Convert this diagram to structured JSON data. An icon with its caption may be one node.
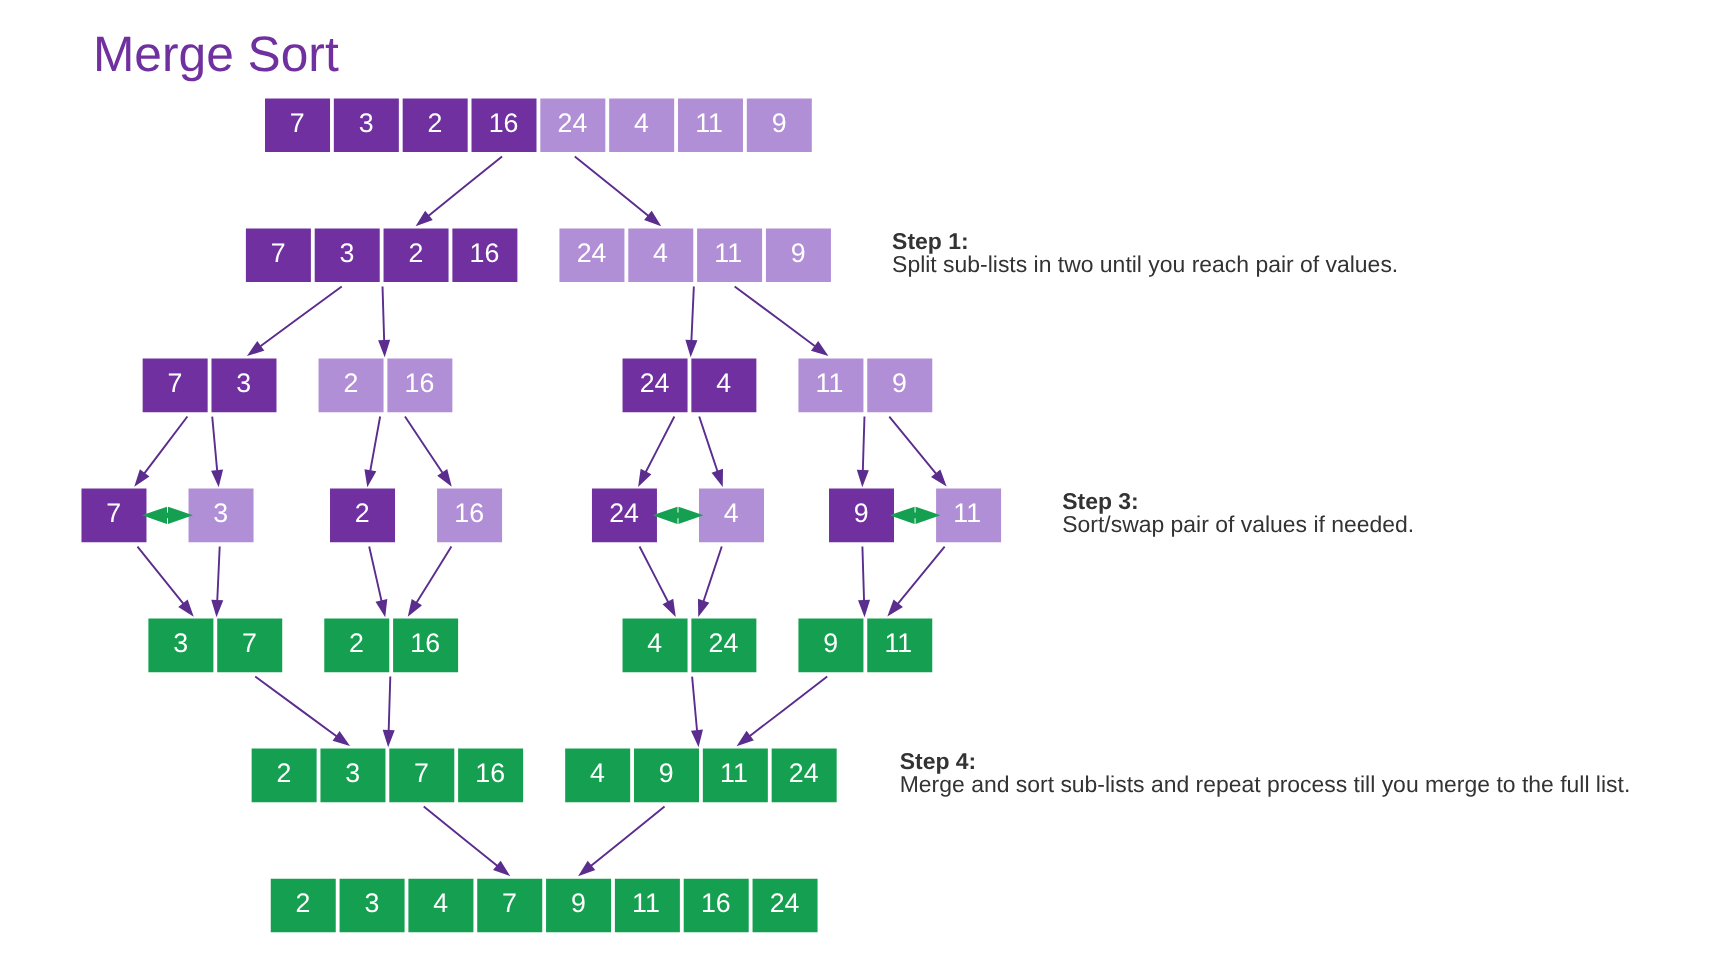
{
  "diagram": {
    "title": "Merge Sort",
    "nodes": [
      {
        "text": [
          "7",
          "3",
          "2",
          "16",
          "24",
          "4",
          "11",
          "9"
        ]
      },
      {
        "text": [
          "7",
          "3",
          "2",
          "16"
        ]
      },
      {
        "text": [
          "24",
          "4",
          "11",
          "9"
        ]
      },
      {
        "text": [
          "7",
          "3"
        ]
      },
      {
        "text": [
          "2",
          "16"
        ]
      },
      {
        "text": [
          "24",
          "4"
        ]
      },
      {
        "text": [
          "11",
          "9"
        ]
      },
      {
        "text": [
          "7"
        ]
      },
      {
        "text": [
          "3"
        ]
      },
      {
        "text": [
          "2"
        ]
      },
      {
        "text": [
          "16"
        ]
      },
      {
        "text": [
          "24"
        ]
      },
      {
        "text": [
          "4"
        ]
      },
      {
        "text": [
          "9"
        ]
      },
      {
        "text": [
          "11"
        ]
      },
      {
        "text": [
          "3",
          "7"
        ]
      },
      {
        "text": [
          "2",
          "16"
        ]
      },
      {
        "text": [
          "4",
          "24"
        ]
      },
      {
        "text": [
          "9",
          "11"
        ]
      },
      {
        "text": [
          "2",
          "3",
          "7",
          "16"
        ]
      },
      {
        "text": [
          "4",
          "9",
          "11",
          "24"
        ]
      },
      {
        "text": [
          "2",
          "3",
          "4",
          "7",
          "9",
          "11",
          "16",
          "24"
        ]
      }
    ],
    "edges": [
      {
        "from": 0,
        "to": 1,
        "arrow": "to"
      },
      {
        "from": 0,
        "to": 2,
        "arrow": "to"
      },
      {
        "from": 1,
        "to": 3,
        "arrow": "to"
      },
      {
        "from": 1,
        "to": 4,
        "arrow": "to"
      },
      {
        "from": 2,
        "to": 5,
        "arrow": "to"
      },
      {
        "from": 2,
        "to": 6,
        "arrow": "to"
      },
      {
        "from": 3,
        "to": 7,
        "arrow": "to"
      },
      {
        "from": 3,
        "to": 8,
        "arrow": "to"
      },
      {
        "from": 4,
        "to": 9,
        "arrow": "to"
      },
      {
        "from": 4,
        "to": 10,
        "arrow": "to"
      },
      {
        "from": 5,
        "to": 11,
        "arrow": "to"
      },
      {
        "from": 5,
        "to": 12,
        "arrow": "to"
      },
      {
        "from": 6,
        "to": 13,
        "arrow": "to"
      },
      {
        "from": 6,
        "to": 14,
        "arrow": "to"
      },
      {
        "from": 7,
        "to": 8,
        "arrow": "both",
        "color": "#14a050",
        "style": "thick"
      },
      {
        "from": 11,
        "to": 12,
        "arrow": "both",
        "color": "#14a050",
        "style": "thick"
      },
      {
        "from": 13,
        "to": 14,
        "arrow": "both",
        "color": "#14a050",
        "style": "thick"
      },
      {
        "from": 7,
        "to": 15,
        "arrow": "to"
      },
      {
        "from": 8,
        "to": 15,
        "arrow": "to"
      },
      {
        "from": 9,
        "to": 16,
        "arrow": "to"
      },
      {
        "from": 10,
        "to": 16,
        "arrow": "to"
      },
      {
        "from": 11,
        "to": 17,
        "arrow": "to"
      },
      {
        "from": 12,
        "to": 17,
        "arrow": "to"
      },
      {
        "from": 13,
        "to": 18,
        "arrow": "to"
      },
      {
        "from": 14,
        "to": 18,
        "arrow": "to"
      },
      {
        "from": 15,
        "to": 19,
        "arrow": "to"
      },
      {
        "from": 16,
        "to": 19,
        "arrow": "to"
      },
      {
        "from": 17,
        "to": 20,
        "arrow": "to"
      },
      {
        "from": 18,
        "to": 20,
        "arrow": "to"
      },
      {
        "from": 19,
        "to": 21,
        "arrow": "to"
      },
      {
        "from": 20,
        "to": 21,
        "arrow": "to"
      }
    ],
    "labels": [
      "Step 1:",
      "Split sub-lists in two until you reach pair of values.",
      "Step 3:",
      "Sort/swap pair of values if needed.",
      "Step 4:",
      "Merge and sort sub-lists and repeat process till you merge to the full list."
    ]
  }
}
